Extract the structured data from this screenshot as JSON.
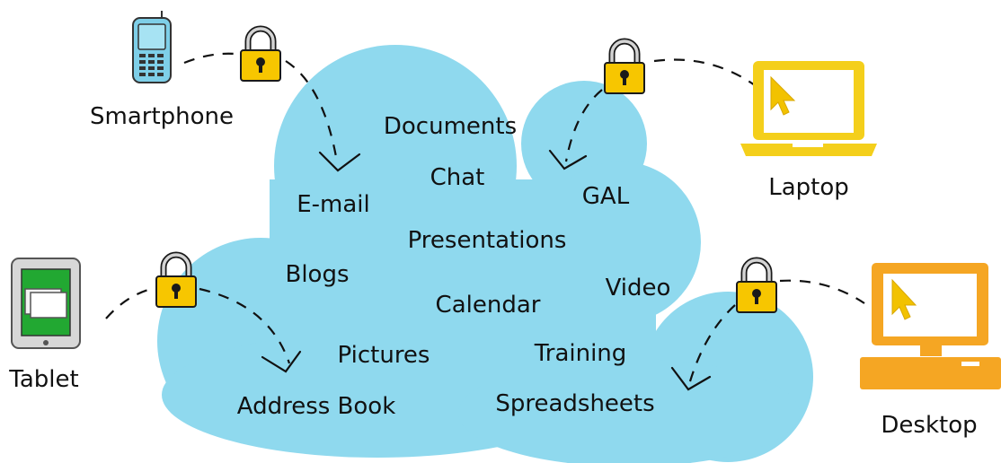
{
  "colors": {
    "cloud": "#8fd9ee",
    "lock_body": "#f7c600",
    "lock_outline": "#1a1a1a",
    "shackle": "#d4d4d4",
    "smartphone": "#7ecfe8",
    "tablet_screen": "#22a832",
    "laptop": "#f4cf1b",
    "desktop": "#f5a623",
    "cursor": "#f2c200"
  },
  "services": {
    "documents": "Documents",
    "chat": "Chat",
    "email": "E-mail",
    "gal": "GAL",
    "presentations": "Presentations",
    "blogs": "Blogs",
    "video": "Video",
    "calendar": "Calendar",
    "pictures": "Pictures",
    "training": "Training",
    "address_book": "Address Book",
    "spreadsheets": "Spreadsheets"
  },
  "devices": {
    "smartphone": "Smartphone",
    "laptop": "Laptop",
    "tablet": "Tablet",
    "desktop": "Desktop"
  },
  "icons": {
    "lock": "padlock-icon",
    "smartphone": "smartphone-icon",
    "laptop": "laptop-icon",
    "tablet": "tablet-icon",
    "desktop": "desktop-icon"
  }
}
